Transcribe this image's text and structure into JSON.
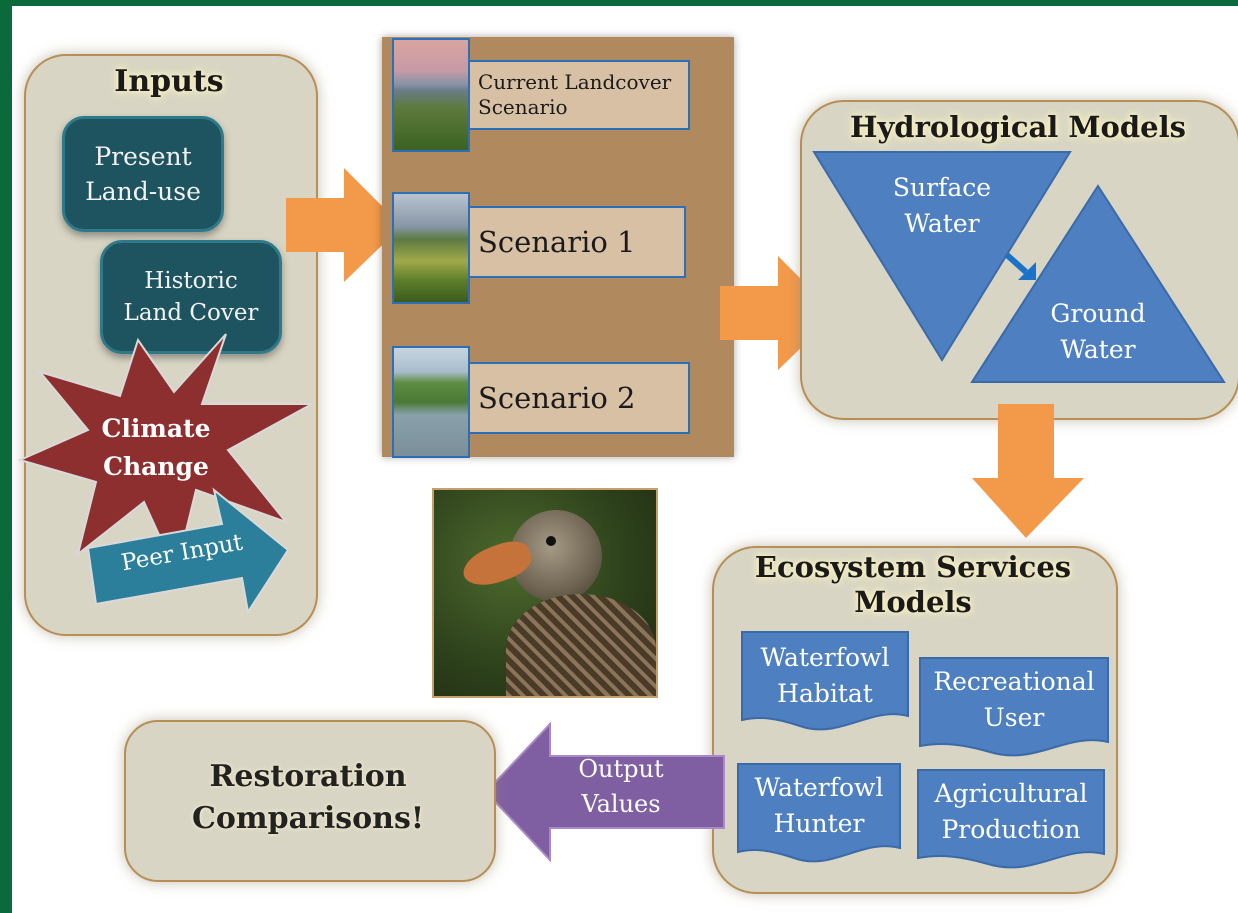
{
  "inputs": {
    "heading": "Inputs",
    "present_land_use": "Present\nLand-use",
    "historic_land_cover": "Historic\nLand Cover",
    "climate_change": "Climate\nChange",
    "peer_input": "Peer Input"
  },
  "scenarios": {
    "current": "Current Landcover\nScenario",
    "scenario1": "Scenario 1",
    "scenario2": "Scenario 2"
  },
  "hydro": {
    "heading": "Hydrological Models",
    "surface_water": "Surface\nWater",
    "ground_water": "Ground\nWater"
  },
  "ecosystem": {
    "heading": "Ecosystem Services\nModels",
    "waterfowl_habitat": "Waterfowl\nHabitat",
    "recreational_user": "Recreational\nUser",
    "waterfowl_hunter": "Waterfowl\nHunter",
    "agricultural_production": "Agricultural\nProduction"
  },
  "output_values": "Output\nValues",
  "restoration": "Restoration\nComparisons!",
  "colors": {
    "frame_green": "#0a6a3c",
    "panel_fill": "#d8d5c4",
    "teal_box": "#1e5360",
    "orange_arrow": "#f39a4a",
    "blue_shape": "#4e80c1",
    "purple_arrow": "#7f5fa2",
    "climate_star": "#8e2f2f",
    "peer_arrow": "#2b7f9a"
  },
  "icons": [
    "orange-arrow",
    "purple-arrow",
    "blue-small-arrow",
    "burst-star",
    "landscape-photo",
    "duck-photo"
  ]
}
